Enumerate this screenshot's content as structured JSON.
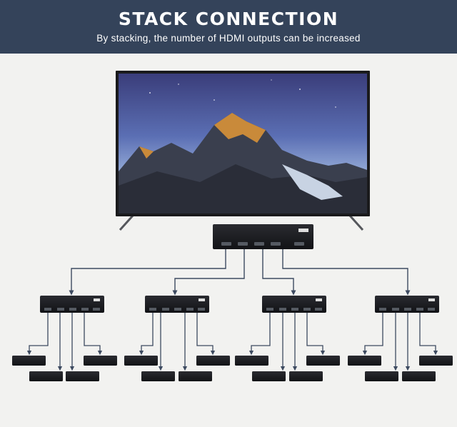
{
  "header": {
    "title": "STACK CONNECTION",
    "subtitle": "By stacking, the number of HDMI outputs can be increased"
  },
  "colors": {
    "header_bg": "#34435a",
    "background": "#f2f2f0",
    "connector": "#3d4a60",
    "device": "#1c1d20"
  },
  "icons": [
    "tv-display",
    "mountain-landscape",
    "hdmi-splitter",
    "hdmi-port",
    "arrow-down"
  ],
  "topology": {
    "display_count": 1,
    "main_splitter_outputs": 4,
    "secondary_splitter_count": 4,
    "outputs_per_secondary_splitter": 4,
    "end_device_count": 16
  }
}
